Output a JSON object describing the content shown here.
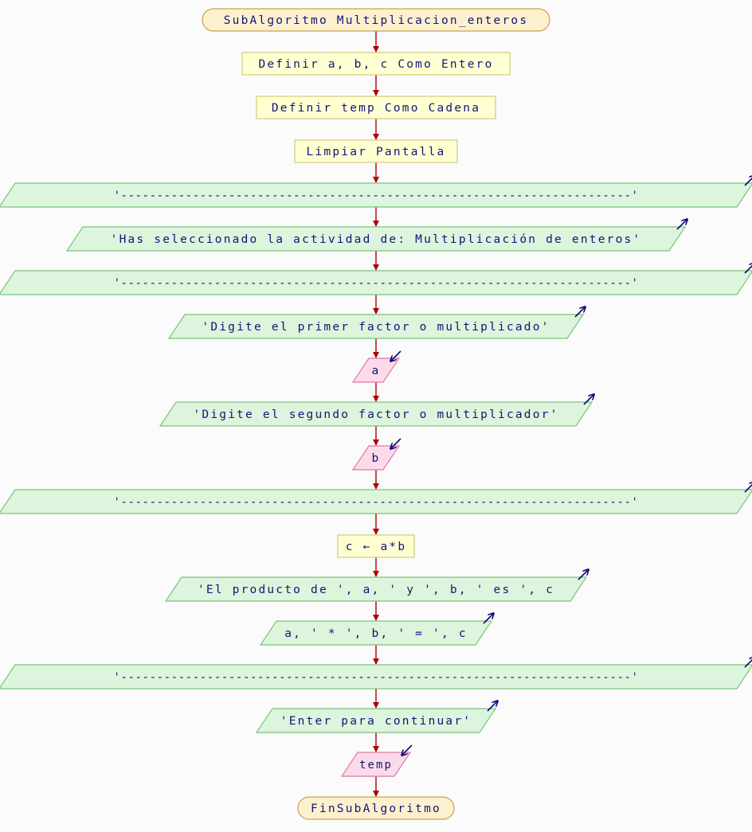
{
  "diagram": {
    "title": "SubAlgoritmo Multiplicacion_enteros",
    "colors": {
      "terminal_fill": "#fdf0cf",
      "terminal_stroke": "#c9a24e",
      "process_fill": "#ffffd2",
      "process_stroke": "#d2cc7a",
      "output_fill": "#dcf5dc",
      "output_stroke": "#7cc47c",
      "input_fill": "#fcdaea",
      "input_stroke": "#dd7aa6",
      "arrow": "#b00000",
      "io_arrow": "#0a0a78",
      "text": "#141478"
    },
    "nodes": [
      {
        "id": "start",
        "kind": "terminal",
        "text": "SubAlgoritmo Multiplicacion_enteros"
      },
      {
        "id": "def-abc",
        "kind": "process",
        "text": "Definir a, b, c Como Entero"
      },
      {
        "id": "def-temp",
        "kind": "process",
        "text": "Definir temp Como Cadena"
      },
      {
        "id": "clear",
        "kind": "process",
        "text": "Limpiar Pantalla"
      },
      {
        "id": "line-1",
        "kind": "output",
        "text": "'-----------------------------------------------------------------------'"
      },
      {
        "id": "msg-activity",
        "kind": "output",
        "text": "'Has seleccionado la actividad de: Multiplicación de enteros'"
      },
      {
        "id": "line-2",
        "kind": "output",
        "text": "'-----------------------------------------------------------------------'"
      },
      {
        "id": "msg-first",
        "kind": "output",
        "text": "'Digite el primer factor o multiplicado'"
      },
      {
        "id": "read-a",
        "kind": "input",
        "text": "a"
      },
      {
        "id": "msg-second",
        "kind": "output",
        "text": "'Digite el segundo factor o multiplicador'"
      },
      {
        "id": "read-b",
        "kind": "input",
        "text": "b"
      },
      {
        "id": "line-3",
        "kind": "output",
        "text": "'-----------------------------------------------------------------------'"
      },
      {
        "id": "assign-c",
        "kind": "process",
        "text": "c ← a*b"
      },
      {
        "id": "msg-product",
        "kind": "output",
        "text": "'El producto de ', a, ' y ', b, ' es ', c"
      },
      {
        "id": "msg-equation",
        "kind": "output",
        "text": "a, ' * ', b, ' = ', c"
      },
      {
        "id": "line-4",
        "kind": "output",
        "text": "'-----------------------------------------------------------------------'"
      },
      {
        "id": "msg-enter",
        "kind": "output",
        "text": "'Enter para continuar'"
      },
      {
        "id": "read-temp",
        "kind": "input",
        "text": "temp"
      },
      {
        "id": "end",
        "kind": "terminal",
        "text": "FinSubAlgoritmo"
      }
    ]
  }
}
